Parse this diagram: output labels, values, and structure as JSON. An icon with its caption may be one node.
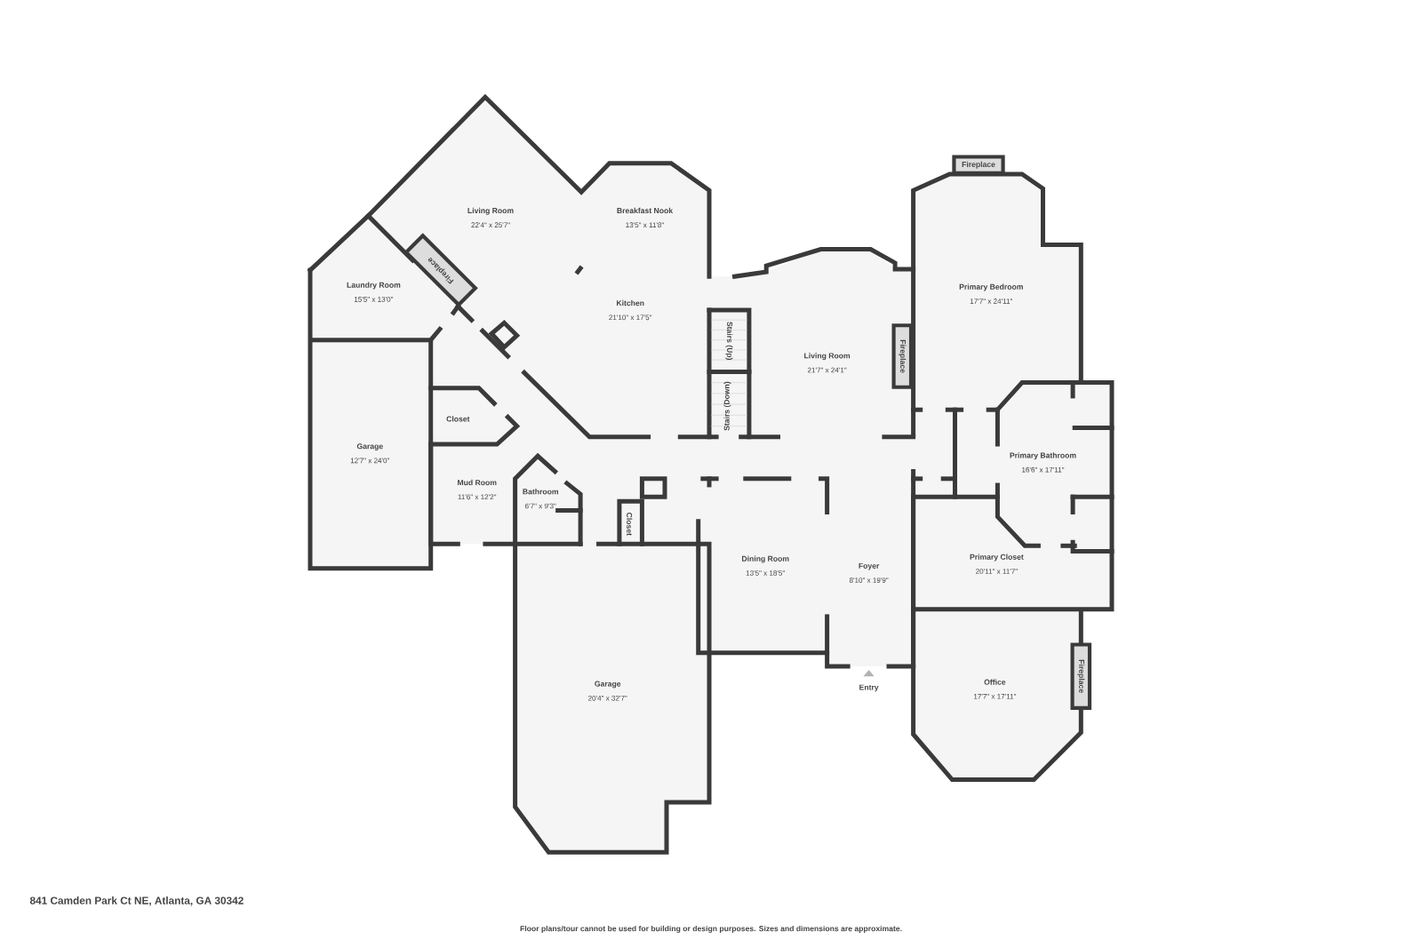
{
  "diagram": {
    "caption": "Floor plans/tour cannot be used for building or design purposes. Sizes and dimensions are approximate.",
    "nodes": [
      {
        "text": [
          "Living Room",
          "22'4\" x 25'7\""
        ]
      },
      {
        "text": [
          "Breakfast Nook",
          "13'5\" x 11'8\""
        ]
      },
      {
        "text": [
          "Laundry Room",
          "15'5\" x 13'0\""
        ]
      },
      {
        "text": [
          "Fireplace"
        ]
      },
      {
        "text": [
          "Kitchen",
          "21'10\" x 17'5\""
        ]
      },
      {
        "text": [
          "Stairs (Up)"
        ]
      },
      {
        "text": [
          "Stairs (Down)"
        ]
      },
      {
        "text": [
          "Living Room",
          "21'7\" x 24'1\""
        ]
      },
      {
        "text": [
          "Fireplace"
        ]
      },
      {
        "text": [
          "Fireplace"
        ]
      },
      {
        "text": [
          "Primary Bedroom",
          "17'7\" x 24'11\""
        ]
      },
      {
        "text": [
          "Closet"
        ]
      },
      {
        "text": [
          "Garage",
          "12'7\" x 24'0\""
        ]
      },
      {
        "text": [
          "Mud Room",
          "11'6\" x 12'2\""
        ]
      },
      {
        "text": [
          "Bathroom",
          "6'7\" x 9'3\""
        ]
      },
      {
        "text": [
          "Primary Bathroom",
          "16'6\" x 17'11\""
        ]
      },
      {
        "text": [
          "Closet"
        ]
      },
      {
        "text": [
          "Dining Room",
          "13'5\" x 18'5\""
        ]
      },
      {
        "text": [
          "Foyer",
          "8'10\" x 19'9\""
        ]
      },
      {
        "text": [
          "Primary Closet",
          "20'11\" x 11'7\""
        ]
      },
      {
        "text": [
          "Garage",
          "20'4\" x 32'7\""
        ]
      },
      {
        "text": [
          "Office",
          "17'7\" x 17'11\""
        ]
      },
      {
        "text": [
          "Fireplace"
        ]
      }
    ],
    "labels": [
      "Entry",
      "841 Camden Park Ct NE, Atlanta, GA 30342"
    ]
  }
}
